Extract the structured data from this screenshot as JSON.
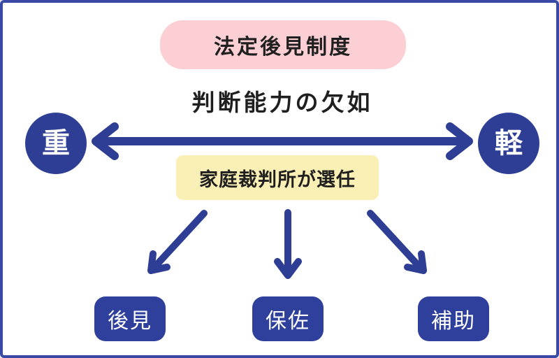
{
  "colors": {
    "navy": "#2d3e94",
    "box_navy": "#2e3f9c",
    "border": "#3a4aa4",
    "pink": "#fccfd4",
    "yellow": "#faf0b6",
    "text_dark": "#1f1f1f",
    "text_white": "#ffffff"
  },
  "title_banner": {
    "label": "法定後見制度"
  },
  "axis": {
    "caption": "判断能力の欠如",
    "left_label": "重",
    "right_label": "軽"
  },
  "court_banner": {
    "label": "家庭裁判所が選任"
  },
  "types": [
    {
      "label": "後見"
    },
    {
      "label": "保佐"
    },
    {
      "label": "補助"
    }
  ]
}
